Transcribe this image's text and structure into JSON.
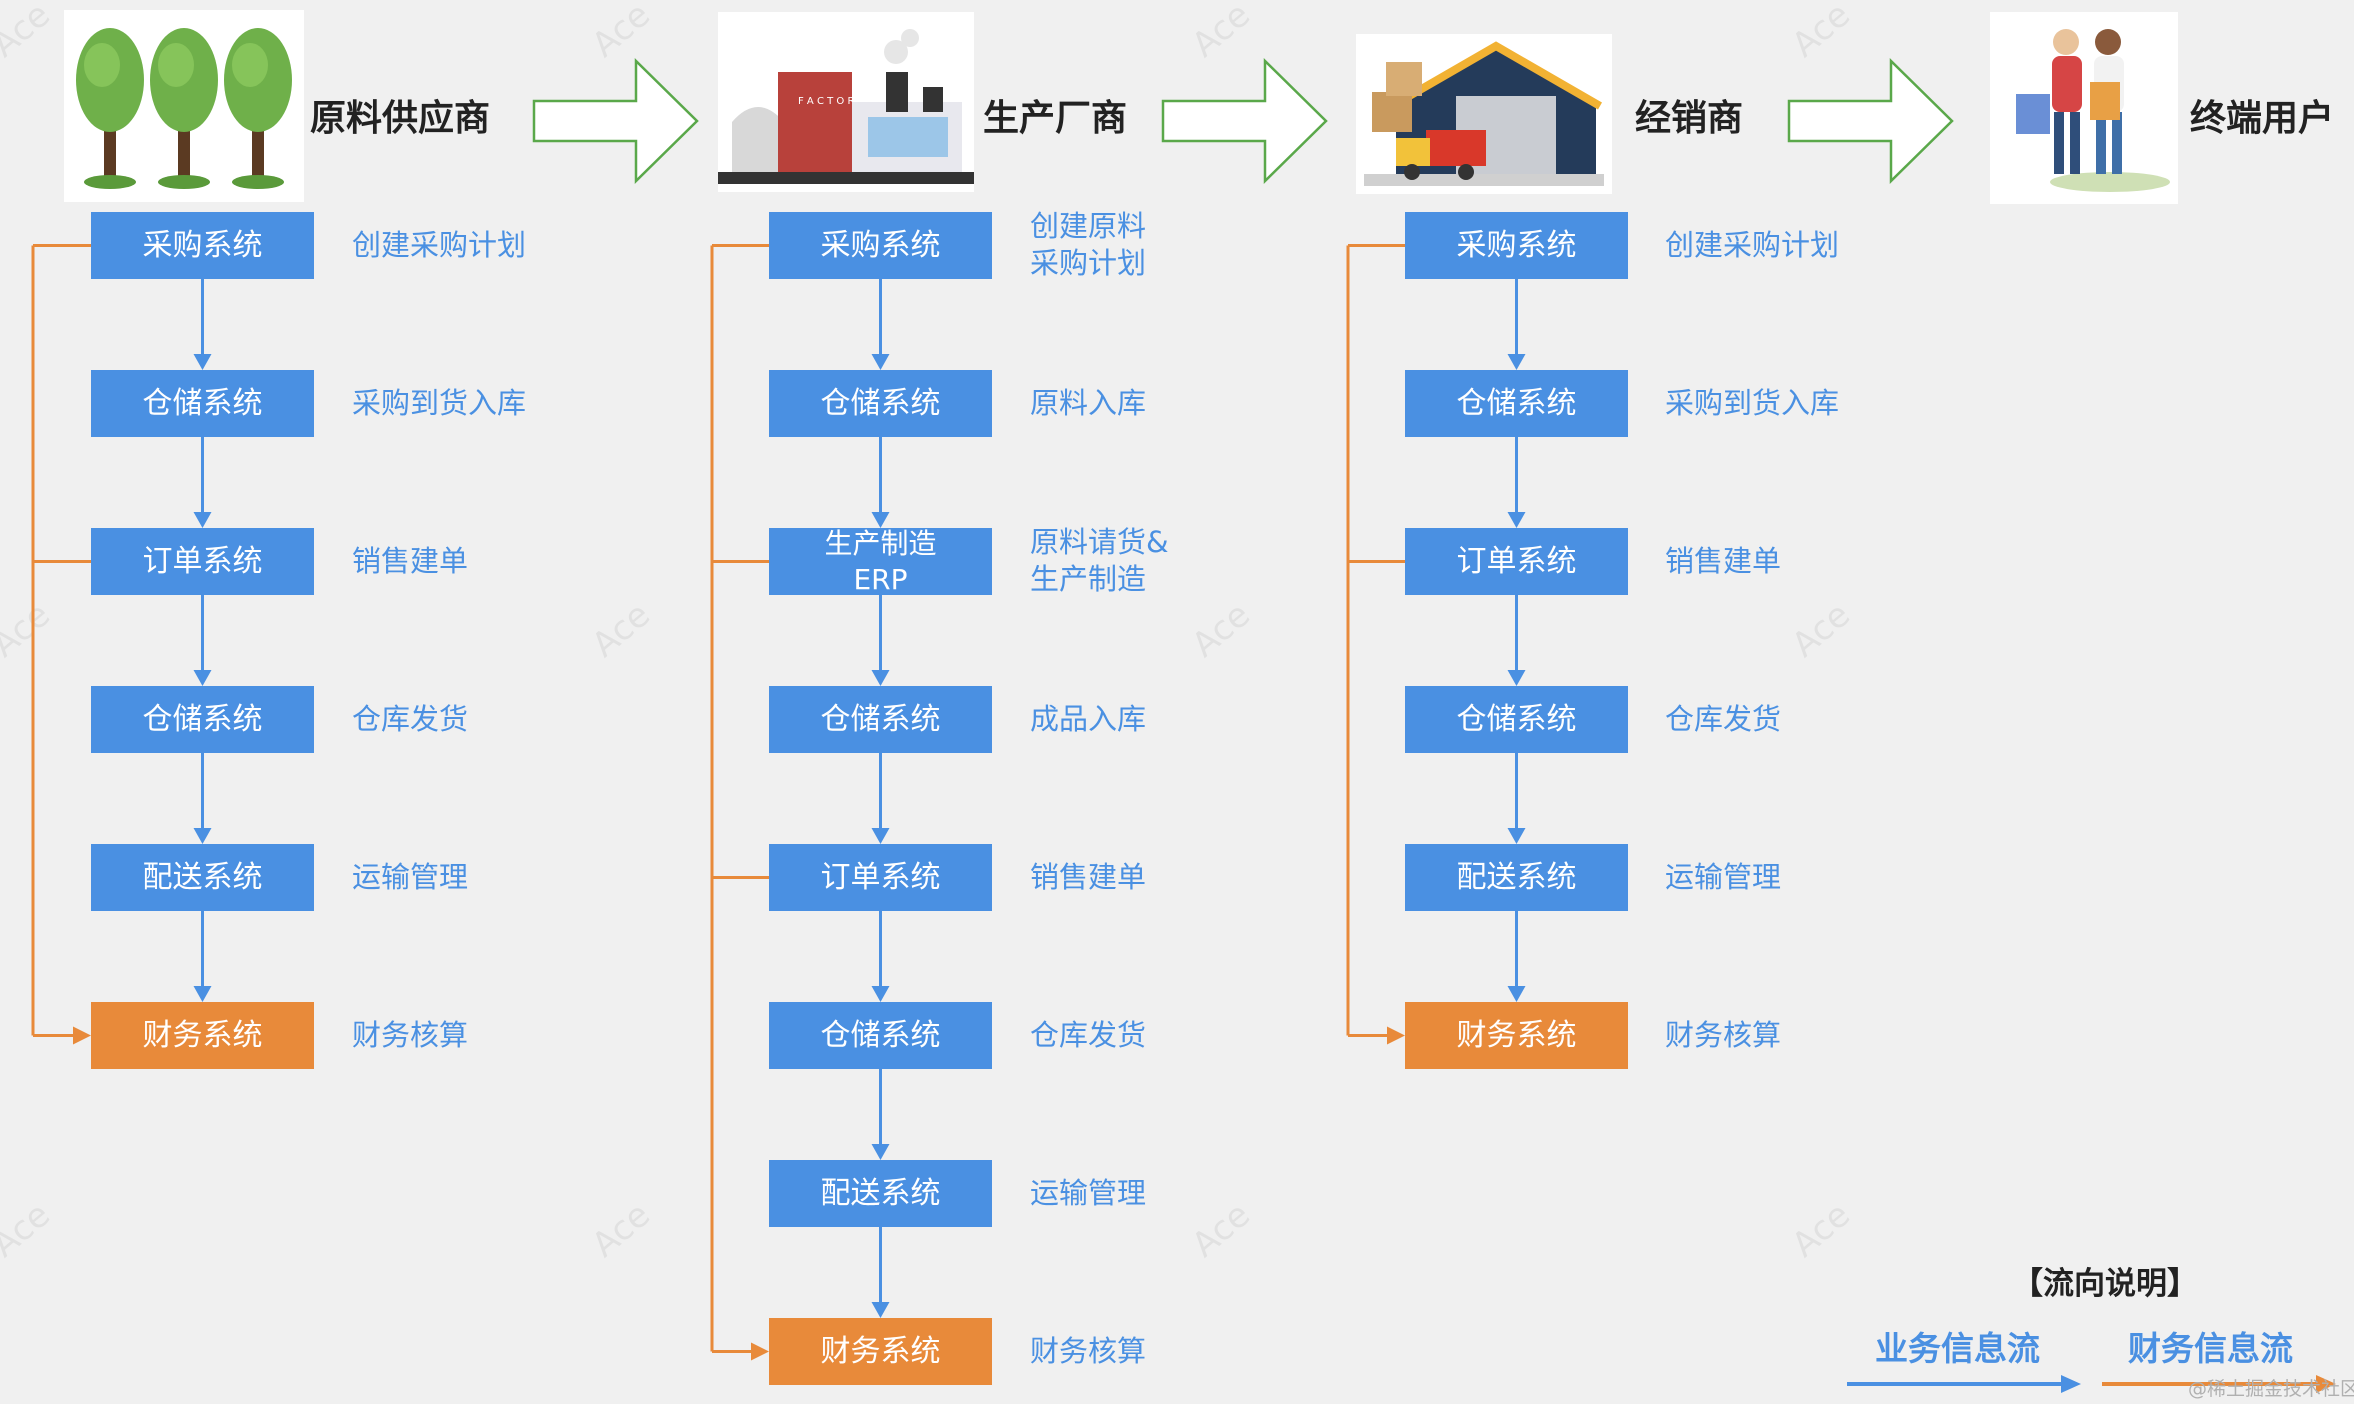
{
  "entities": [
    {
      "name": "原料供应商",
      "icon": "trees-icon"
    },
    {
      "name": "生产厂商",
      "icon": "factory-icon"
    },
    {
      "name": "经销商",
      "icon": "warehouse-truck-icon"
    },
    {
      "name": "终端用户",
      "icon": "shoppers-icon"
    }
  ],
  "columns": {
    "supplier": {
      "systems": [
        {
          "label": "采购系统",
          "desc": "创建采购计划",
          "kind": "business"
        },
        {
          "label": "仓储系统",
          "desc": "采购到货入库",
          "kind": "business"
        },
        {
          "label": "订单系统",
          "desc": "销售建单",
          "kind": "business"
        },
        {
          "label": "仓储系统",
          "desc": "仓库发货",
          "kind": "business"
        },
        {
          "label": "配送系统",
          "desc": "运输管理",
          "kind": "business"
        },
        {
          "label": "财务系统",
          "desc": "财务核算",
          "kind": "finance"
        }
      ]
    },
    "manufacturer": {
      "systems": [
        {
          "label": "采购系统",
          "desc": "创建原料\n采购计划",
          "kind": "business"
        },
        {
          "label": "仓储系统",
          "desc": "原料入库",
          "kind": "business"
        },
        {
          "label": "生产制造\nERP",
          "desc": "原料请货&\n生产制造",
          "kind": "business"
        },
        {
          "label": "仓储系统",
          "desc": "成品入库",
          "kind": "business"
        },
        {
          "label": "订单系统",
          "desc": "销售建单",
          "kind": "business"
        },
        {
          "label": "仓储系统",
          "desc": "仓库发货",
          "kind": "business"
        },
        {
          "label": "配送系统",
          "desc": "运输管理",
          "kind": "business"
        },
        {
          "label": "财务系统",
          "desc": "财务核算",
          "kind": "finance"
        }
      ]
    },
    "distributor": {
      "systems": [
        {
          "label": "采购系统",
          "desc": "创建采购计划",
          "kind": "business"
        },
        {
          "label": "仓储系统",
          "desc": "采购到货入库",
          "kind": "business"
        },
        {
          "label": "订单系统",
          "desc": "销售建单",
          "kind": "business"
        },
        {
          "label": "仓储系统",
          "desc": "仓库发货",
          "kind": "business"
        },
        {
          "label": "配送系统",
          "desc": "运输管理",
          "kind": "business"
        },
        {
          "label": "财务系统",
          "desc": "财务核算",
          "kind": "finance"
        }
      ]
    }
  },
  "legend": {
    "title": "【流向说明】",
    "business_label": "业务信息流",
    "finance_label": "财务信息流"
  },
  "watermark_text": "Ace",
  "footer_mark": "@稀土掘金技术社区",
  "colors": {
    "business_flow": "#4a90e2",
    "finance_flow": "#e88a3a",
    "stage_arrow": "#5aa84a",
    "background": "#f0f0f0"
  }
}
